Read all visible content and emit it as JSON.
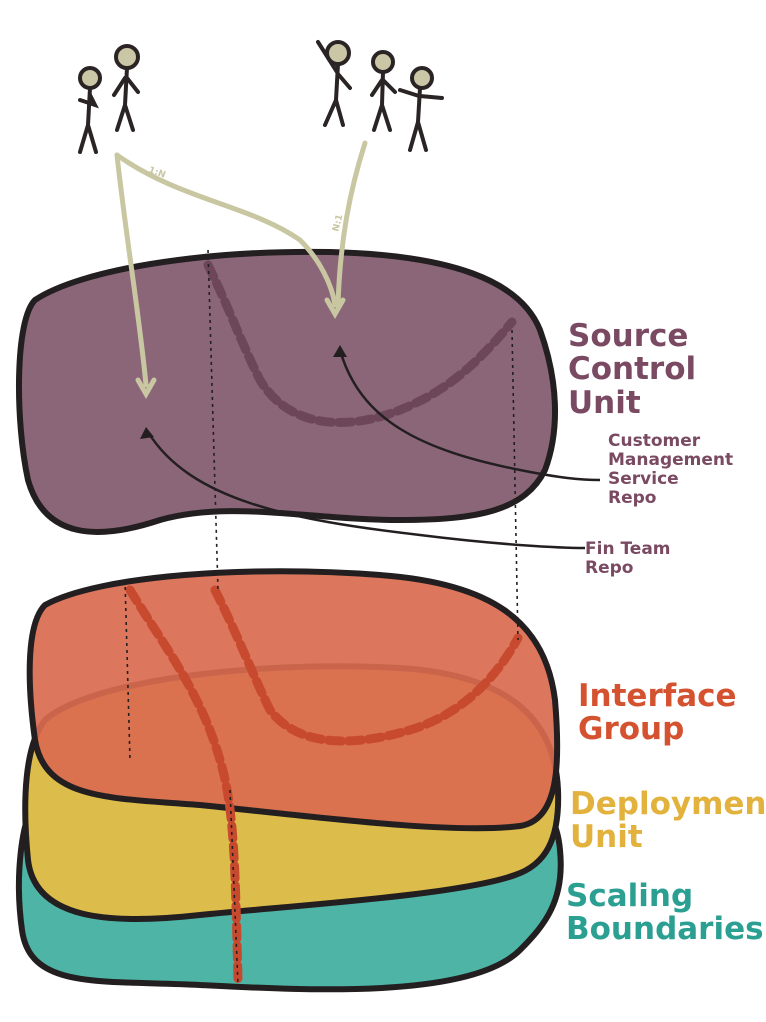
{
  "layers": [
    {
      "id": "source",
      "label": "Source Control Unit",
      "lines": [
        "Source",
        "Control",
        "Unit"
      ],
      "color": "#7a4a63",
      "fill": "#8b6679"
    },
    {
      "id": "interface",
      "label": "Interface Group",
      "lines": [
        "Interface",
        "Group"
      ],
      "color": "#d4522f",
      "fill": "#d96a4f"
    },
    {
      "id": "deployment",
      "label": "Deployment Unit",
      "lines": [
        "Deployment",
        "Unit"
      ],
      "color": "#e2b23d",
      "fill": "#dcbc4a"
    },
    {
      "id": "scaling",
      "label": "Scaling Boundaries",
      "lines": [
        "Scaling",
        "Boundaries"
      ],
      "color": "#2a9f92",
      "fill": "#4db4a6"
    }
  ],
  "repos": [
    {
      "lines": [
        "Customer",
        "Management",
        "Service",
        "Repo"
      ]
    },
    {
      "lines": [
        "Fin Team",
        "Repo"
      ]
    }
  ],
  "relations": {
    "one_to_many": "1:N",
    "many_to_one": "N:1"
  },
  "arrow_color": "#c8c7a2"
}
